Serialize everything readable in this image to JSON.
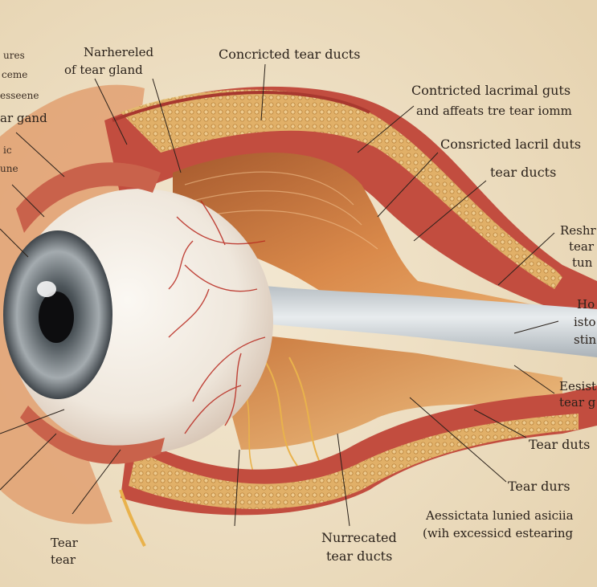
{
  "labels": {
    "top_center": "Concricted tear ducts",
    "narrowed_line1": "Narhereled",
    "narrowed_line2": "of tear gland",
    "right1_line1": "Contricted lacrimal guts",
    "right1_line2": "and affeats tre tear iomm",
    "right2_line1": "Consricted lacril duts",
    "right2_line2": "tear ducts",
    "right3_line1": "Reshr",
    "right3_line2": "tear",
    "right3_line3": "tun",
    "right4_line1": "Ho",
    "right4_line2": "isto",
    "right4_line3": "stin",
    "right5_line1": "Eesist",
    "right5_line2": "tear g",
    "right_tear_duts": "Tear duts",
    "right_tear_durs": "Tear durs",
    "bottom_right_line1": "Aessictata lunied asiciia",
    "bottom_right_line2": "(wih excessicd estearing",
    "bottom_center_line1": "Nurrecated",
    "bottom_center_line2": "tear ducts",
    "bottom_left_line1": "Tear",
    "bottom_left_line2": "tear",
    "left_line1": "ures",
    "left_line2": "ceme",
    "left_line3": "esseene",
    "left_line4": "ar gand",
    "left_line5": "ic",
    "left_line6": "une"
  },
  "colors": {
    "background": "#efe3cc",
    "sclera": "#f1ebe3",
    "iris": "#8e959a",
    "pupil": "#0d0d0f",
    "vein": "#b8281e",
    "muscle": "#d9894a",
    "tissue": "#d89a5e",
    "membrane": "#c24d3f",
    "fat_layer": "#e2b768",
    "duct": "#cfd4d6",
    "leader_line": "#2a211a"
  }
}
